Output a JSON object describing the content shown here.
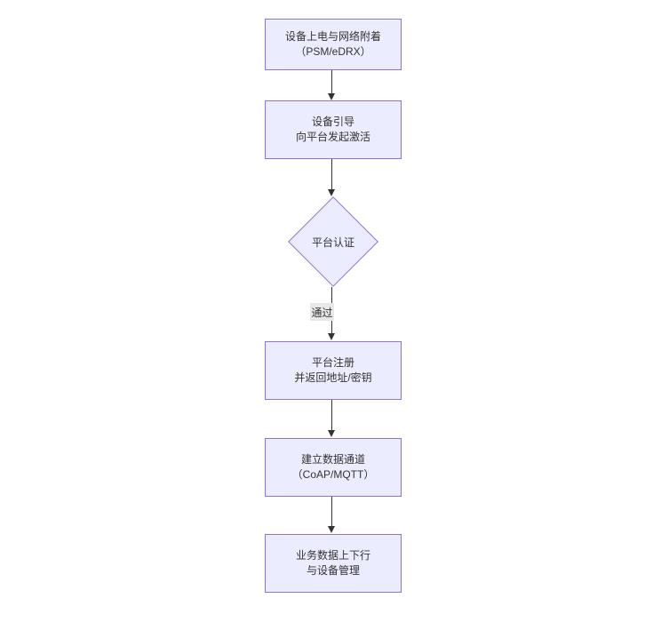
{
  "diagram": {
    "type": "flowchart-vertical",
    "nodes": {
      "power_attach": {
        "line1": "设备上电与网络附着",
        "line2": "（PSM/eDRX）"
      },
      "bootstrap": {
        "line1": "设备引导",
        "line2": "向平台发起激活"
      },
      "auth_decision": {
        "label": "平台认证"
      },
      "register": {
        "line1": "平台注册",
        "line2": "并返回地址/密钥"
      },
      "data_channel": {
        "line1": "建立数据通道",
        "line2": "（CoAP/MQTT）"
      },
      "business": {
        "line1": "业务数据上下行",
        "line2": "与设备管理"
      }
    },
    "edges": {
      "pass_label": "通过"
    },
    "colors": {
      "node_fill": "#ECECFF",
      "node_border": "#9370DB",
      "text": "#333333",
      "arrow": "#333333",
      "edge_label_bg": "#E8E8E8",
      "canvas_bg": "#FFFFFF"
    }
  }
}
